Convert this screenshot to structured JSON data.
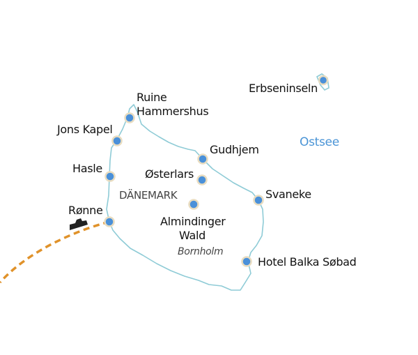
{
  "colors": {
    "coast": "#8ecbd6",
    "dot": "#4a90d9",
    "dot_ring": "#e8dcc0",
    "route": "#e0922a",
    "sea_label": "#4a94d6",
    "ship": "#222222"
  },
  "labels": {
    "ruine": "Ruine",
    "hammershus": "Hammershus",
    "jons_kapel": "Jons Kapel",
    "hasle": "Hasle",
    "ronne": "Rønne",
    "gudhjem": "Gudhjem",
    "osterlars": "Østerlars",
    "daenemark": "DÄNEMARK",
    "almindinger": "Almindinger",
    "wald": "Wald",
    "bornholm": "Bornholm",
    "svaneke": "Svaneke",
    "hotel": "Hotel Balka Søbad",
    "erbseninseln": "Erbseninseln",
    "ostsee": "Ostsee"
  },
  "icons": {
    "ship": "ferry-icon",
    "location": "location-dot-icon"
  }
}
